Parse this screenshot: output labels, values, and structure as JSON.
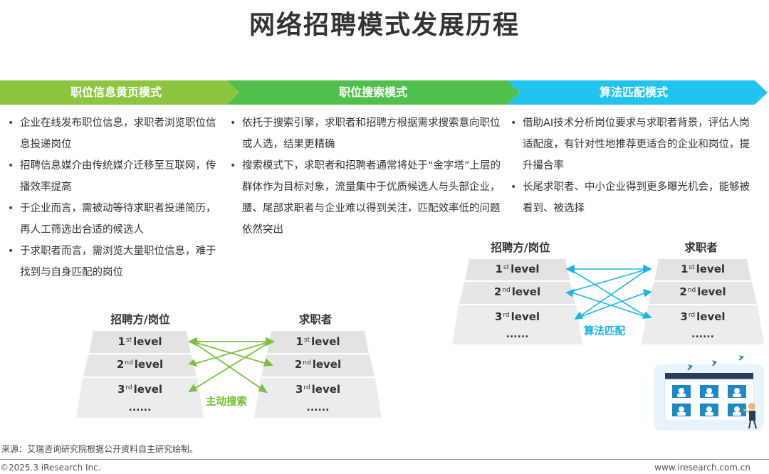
{
  "title": "网络招聘模式发展历程",
  "stages": [
    {
      "label": "职位信息黄页模式",
      "color": "#8cc63f",
      "bullets": [
        "企业在线发布职位信息，求职者浏览职位信息投递岗位",
        "招聘信息媒介由传统媒介迁移至互联网，传播效率提高",
        "于企业而言，需被动等待求职者投递简历，再人工筛选出合适的候选人",
        "于求职者而言，需浏览大量职位信息，难于找到与自身匹配的岗位"
      ]
    },
    {
      "label": "职位搜索模式",
      "color": "#4fc04a",
      "bullets": [
        "依托于搜索引擎，求职者和招聘方根据需求搜索意向职位或人选，结果更精确",
        "搜索模式下，求职者和招聘者通常将处于“金字塔”上层的群体作为目标对象，流量集中于优质候选人与头部企业，腰、尾部求职者与企业难以得到关注，匹配效率低的问题依然突出"
      ]
    },
    {
      "label": "算法匹配模式",
      "color": "#20c4ee",
      "bullets": [
        "借助AI技术分析岗位要求与求职者背景，评估人岗适配度，有针对性地推荐更适合的企业和岗位，提升撮合率",
        "长尾求职者、中小企业得到更多曝光机会，能够被看到、被选择"
      ]
    }
  ],
  "diagram_left": {
    "employer_title": "招聘方/岗位",
    "seeker_title": "求职者",
    "levels": [
      {
        "num": "1",
        "sup": "st",
        "word": "level"
      },
      {
        "num": "2",
        "sup": "nd",
        "word": "level"
      },
      {
        "num": "3",
        "sup": "rd",
        "word": "level"
      }
    ],
    "ellipsis": "......",
    "method": "主动搜索",
    "method_color": "#6cbf2f"
  },
  "diagram_right": {
    "employer_title": "招聘方/岗位",
    "seeker_title": "求职者",
    "levels": [
      {
        "num": "1",
        "sup": "st",
        "word": "level"
      },
      {
        "num": "2",
        "sup": "nd",
        "word": "level"
      },
      {
        "num": "3",
        "sup": "rd",
        "word": "level"
      }
    ],
    "ellipsis": "......",
    "method": "算法匹配",
    "method_color": "#14b4e6"
  },
  "footer": {
    "source": "来源：艾瑞咨询研究院根据公开资料自主研究绘制。",
    "copyright": "©2025.3 iResearch Inc.",
    "url": "www.iresearch.com.cn"
  }
}
